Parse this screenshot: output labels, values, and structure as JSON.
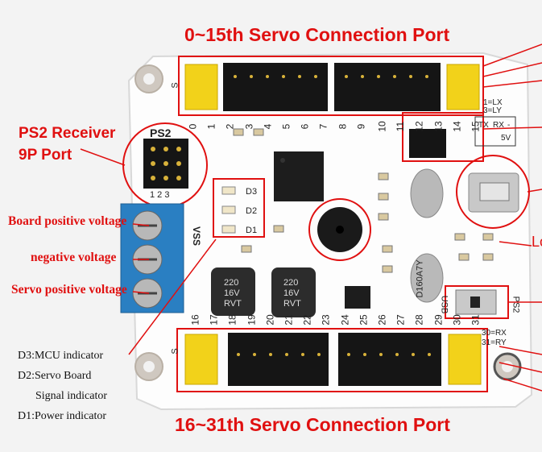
{
  "labels": {
    "top_port": "0~15th Servo Connection Port",
    "bottom_port": "16~31th Servo Connection Port",
    "ps2_receiver_line1": "PS2 Receiver",
    "ps2_receiver_line2": "9P Port",
    "board_positive": "Board positive voltage",
    "negative": "negative voltage",
    "servo_positive": "Servo positive voltage",
    "d3": "D3:MCU indicator",
    "d2_line1": "D2:Servo Board",
    "d2_line2": "Signal indicator",
    "d1": "D1:Power indicator",
    "right_partial": "Lo"
  },
  "board_text": {
    "ps2": "PS2",
    "pins_123": "1 2 3",
    "vss": "VSS",
    "d3": "D3",
    "d2": "D2",
    "d1": "D1",
    "cap1_line1": "220",
    "cap1_line2": "16V",
    "cap1_line3": "RVT",
    "cap2_line1": "220",
    "cap2_line2": "16V",
    "cap2_line3": "RVT",
    "crystal_1": "D160A7Y",
    "usb": "USB",
    "ps2_switch": "PS2",
    "tx": "TX",
    "rx": "RX",
    "gnd": "-",
    "five_v": "5V",
    "l1_lx": "1=LX",
    "l3_ly": "3=LY",
    "r30_rx": "30=RX",
    "r31_ry": "31=RY",
    "top_nums": [
      "0",
      "1",
      "2",
      "3",
      "4",
      "5",
      "6",
      "7",
      "8",
      "9",
      "10",
      "11",
      "12",
      "13",
      "14",
      "15"
    ],
    "bottom_nums": [
      "16",
      "17",
      "18",
      "19",
      "20",
      "21",
      "22",
      "23",
      "24",
      "25",
      "26",
      "27",
      "28",
      "29",
      "30",
      "31"
    ],
    "s_marker": "S"
  },
  "colors": {
    "board": "#ffffff",
    "annotation_red": "#e01010",
    "header_black": "#151515",
    "header_yellow": "#f2d21a",
    "terminal_blue": "#2a7fc2",
    "pcb_silk": "#222222"
  }
}
